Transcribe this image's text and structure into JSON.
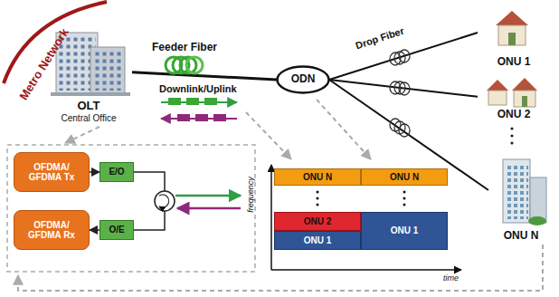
{
  "diagram": {
    "nodes": [
      {
        "text": [
          "OLT",
          "Central Office"
        ]
      },
      {
        "text": [
          "ODN"
        ]
      },
      {
        "text": [
          "ONU 1"
        ]
      },
      {
        "text": [
          "ONU 2"
        ]
      },
      {
        "text": [
          "ONU N"
        ]
      },
      {
        "text": [
          "OFDMA/ GFDMA Tx"
        ]
      },
      {
        "text": [
          "OFDMA/ GFDMA Rx"
        ]
      },
      {
        "text": [
          "E/O"
        ]
      },
      {
        "text": [
          "O/E"
        ]
      },
      {
        "text": [
          "ONU N"
        ]
      },
      {
        "text": [
          "ONU N"
        ]
      },
      {
        "text": [
          "ONU 2"
        ]
      },
      {
        "text": [
          "ONU 1"
        ]
      },
      {
        "text": [
          "ONU 1"
        ]
      }
    ],
    "edges": [
      {
        "from": 0,
        "to": 1,
        "arrow": "none",
        "label": "Feeder Fiber"
      },
      {
        "from": 1,
        "to": 2,
        "arrow": "none",
        "label": "Drop Fiber"
      },
      {
        "from": 1,
        "to": 3,
        "arrow": "none"
      },
      {
        "from": 1,
        "to": 4,
        "arrow": "none"
      },
      {
        "from": 5,
        "to": 7,
        "arrow": "to"
      },
      {
        "from": 8,
        "to": 6,
        "arrow": "to"
      }
    ],
    "labels": [
      "Metro Network",
      "Downlink/Uplink",
      "frequency",
      "time"
    ]
  }
}
